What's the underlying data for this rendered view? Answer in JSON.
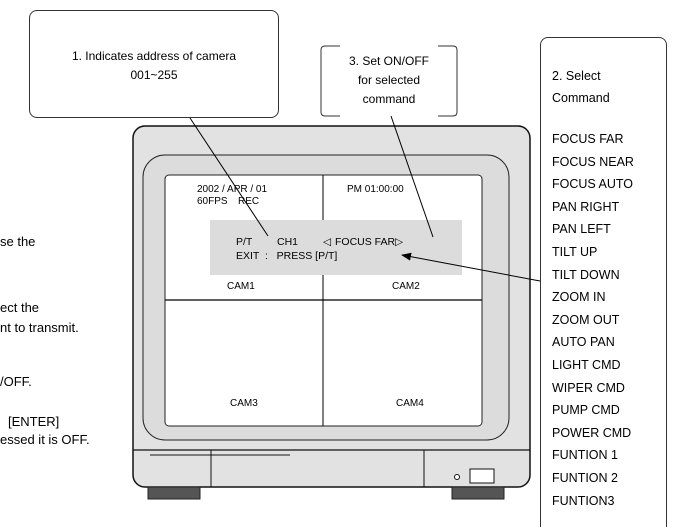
{
  "callouts": {
    "address": {
      "line1": "1. Indicates address of camera",
      "line2": "001~255"
    },
    "on_off": {
      "line1": "3. Set ON/OFF",
      "line2": "for selected",
      "line3": "command"
    },
    "select": {
      "line1": "2. Select",
      "line2": "Command"
    }
  },
  "commands": [
    "FOCUS FAR",
    "FOCUS NEAR",
    "FOCUS AUTO",
    "PAN RIGHT",
    "PAN LEFT",
    "TILT UP",
    "TILT DOWN",
    "ZOOM IN",
    "ZOOM OUT",
    "AUTO PAN",
    "LIGHT CMD",
    "WIPER CMD",
    "PUMP CMD",
    "POWER CMD",
    "FUNTION 1",
    "FUNTION 2",
    "FUNTION3"
  ],
  "left_text": {
    "line1": "se the",
    "line2": "ect the",
    "line3": "nt to transmit.",
    "line4": "/OFF.",
    "line5": "[ENTER]",
    "line6": "essed it is OFF."
  },
  "monitor": {
    "date": "2002 / APR / 01",
    "time": "PM 01:00:00",
    "fps": "60FPS",
    "rec": "REC",
    "osd_mode": "P/T",
    "osd_channel": "CH1",
    "osd_left_arrow": "◁",
    "osd_command": "FOCUS FAR",
    "osd_right_arrow": "▷",
    "osd_exit": "EXIT  :   PRESS [P/T]",
    "cam1": "CAM1",
    "cam2": "CAM2",
    "cam3": "CAM3",
    "cam4": "CAM4"
  }
}
